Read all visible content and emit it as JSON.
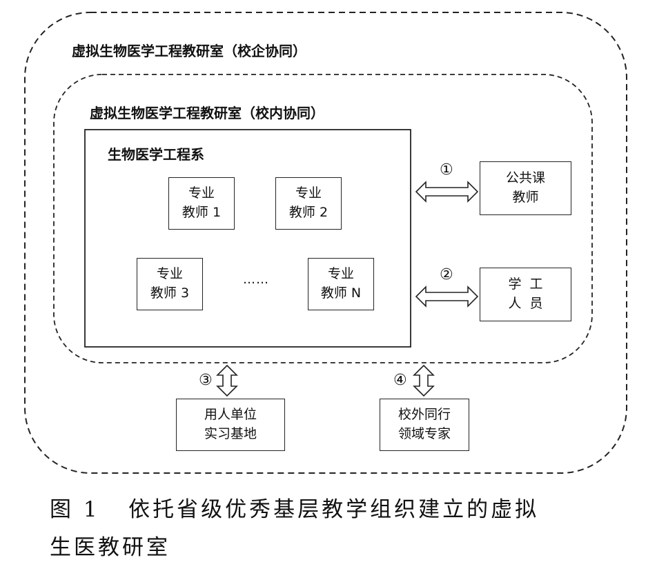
{
  "frames": {
    "outer_title": "虚拟生物医学工程教研室（校企协同）",
    "inner_title": "虚拟生物医学工程教研室（校内协同）",
    "dept_title": "生物医学工程系"
  },
  "teachers": [
    {
      "line1": "专业",
      "line2": "教师 1"
    },
    {
      "line1": "专业",
      "line2": "教师 2"
    },
    {
      "line1": "专业",
      "line2": "教师 3"
    },
    {
      "line1": "专业",
      "line2": "教师 N"
    }
  ],
  "ellipsis": "……",
  "partners": {
    "public_course": {
      "line1": "公共课",
      "line2": "教师"
    },
    "student_affairs": {
      "line1": "学  工",
      "line2": "人  员"
    },
    "employer": {
      "line1": "用人单位",
      "line2": "实习基地"
    },
    "external": {
      "line1": "校外同行",
      "line2": "领域专家"
    }
  },
  "markers": {
    "m1": "①",
    "m2": "②",
    "m3": "③",
    "m4": "④"
  },
  "caption": {
    "line1": "图 1   依托省级优秀基层教学组织建立的虚拟",
    "line2": "生医教研室"
  }
}
